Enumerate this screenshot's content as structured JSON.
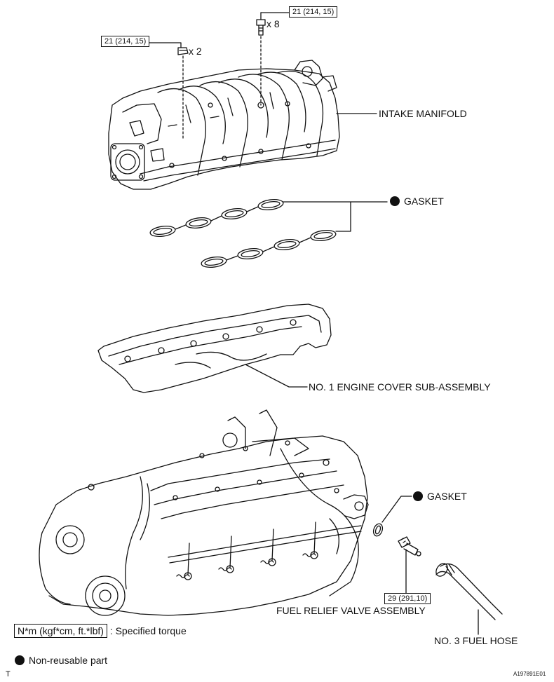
{
  "torque_labels": {
    "top_bolts": "21 (214, 15)",
    "left_nuts": "21 (214, 15)",
    "fuel_valve": "29 (291,10)"
  },
  "quantities": {
    "bolts": "x 8",
    "nuts": "x 2"
  },
  "part_labels": {
    "intake_manifold": "INTAKE MANIFOLD",
    "gasket_upper": "GASKET",
    "engine_cover": "NO. 1 ENGINE COVER SUB-ASSEMBLY",
    "gasket_lower": "GASKET",
    "fuel_relief_valve": "FUEL RELIEF VALVE ASSEMBLY",
    "fuel_hose": "NO. 3 FUEL HOSE"
  },
  "legend": {
    "torque_unit": "N*m (kgf*cm, ft.*lbf)",
    "torque_desc": ": Specified torque",
    "nonreusable_desc": "Non-reusable part"
  },
  "footer": {
    "left_mark": "T",
    "figure_id": "A197891E01"
  }
}
